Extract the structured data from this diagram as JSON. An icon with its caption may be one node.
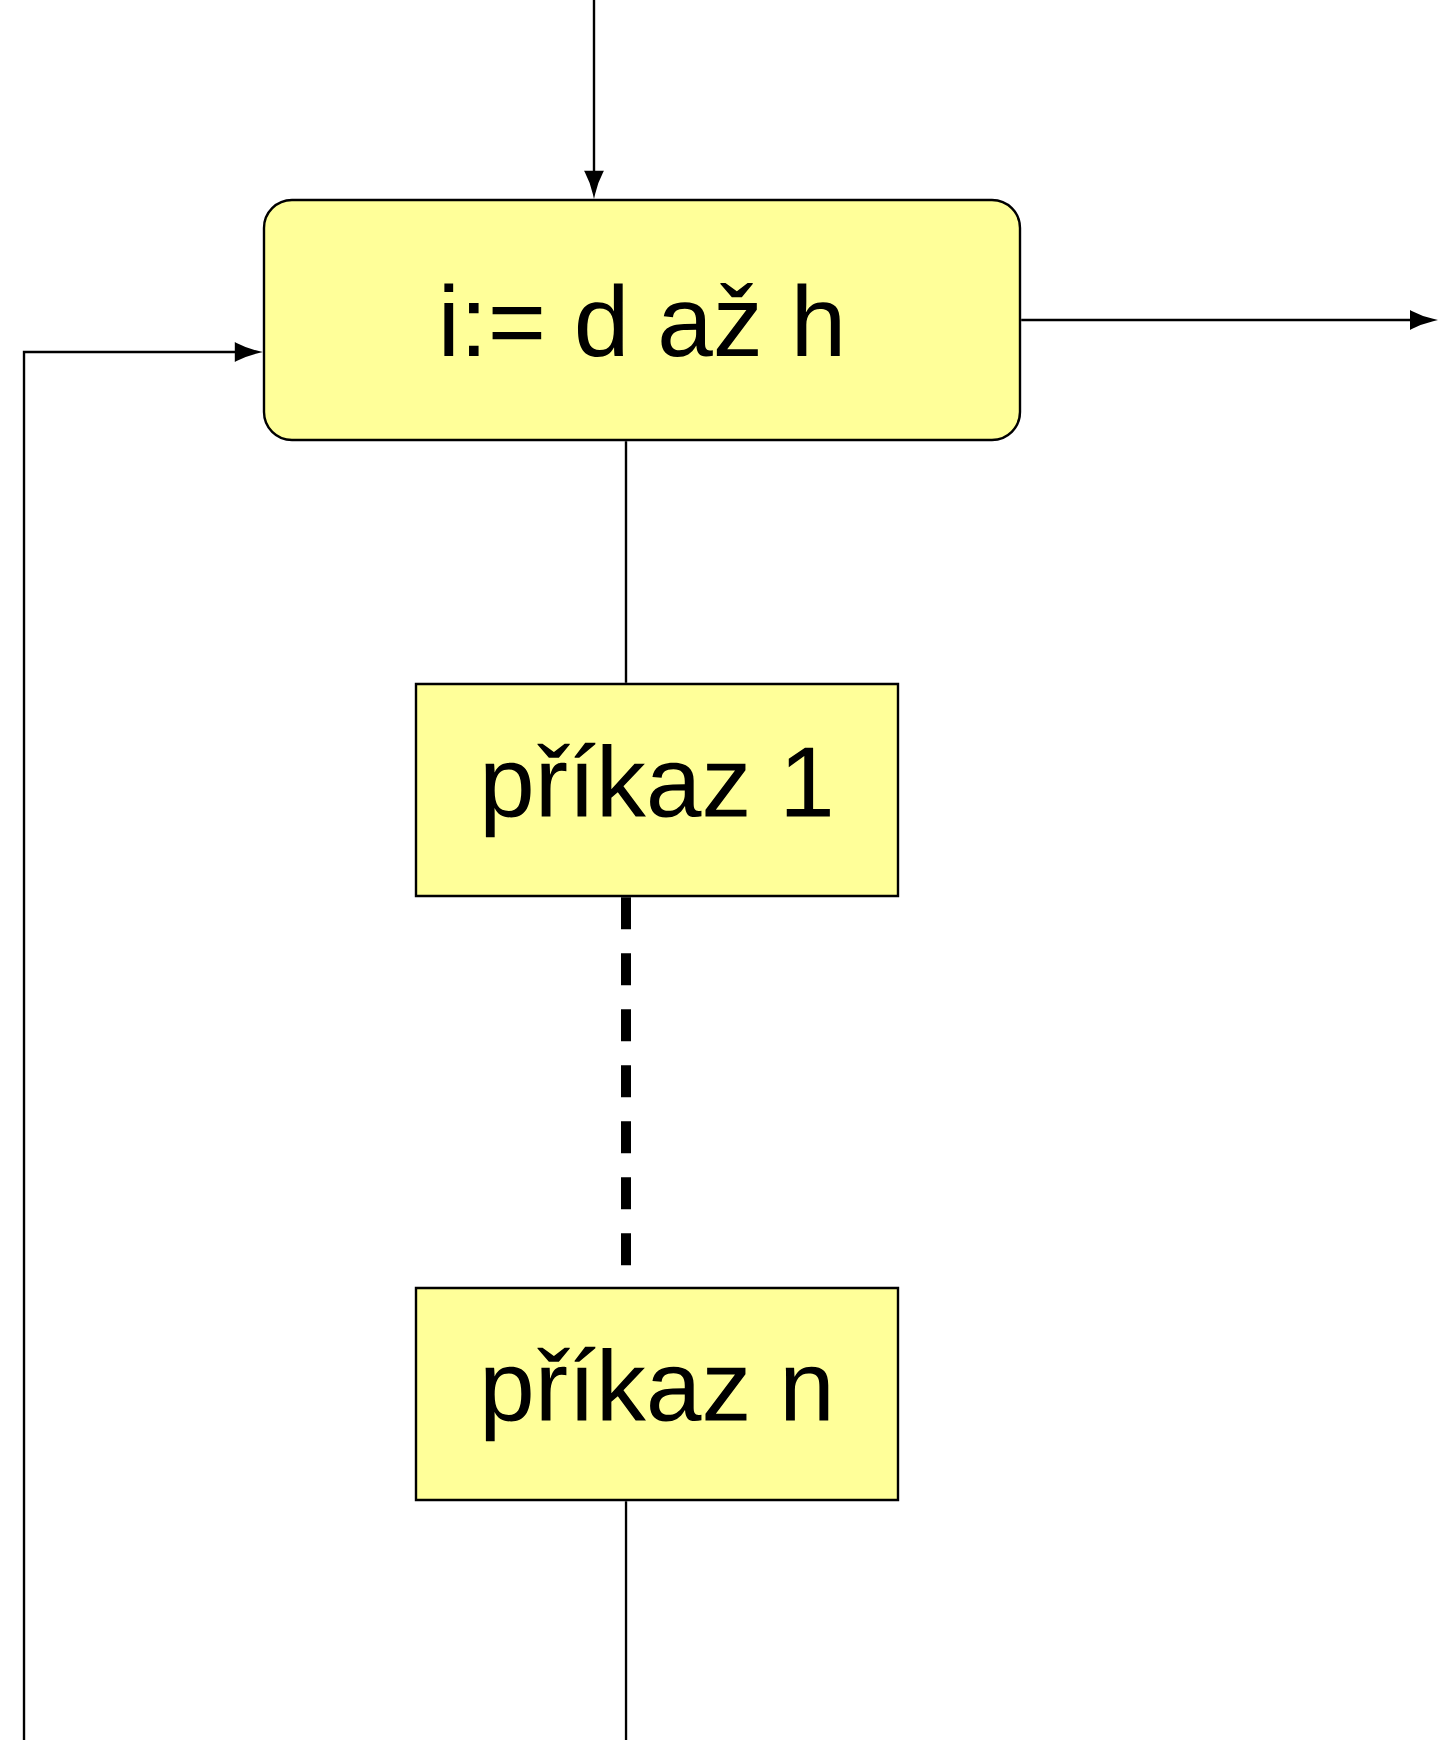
{
  "diagram": {
    "nodes": [
      {
        "text": [
          "i:= d až h"
        ]
      },
      {
        "text": [
          "příkaz 1"
        ]
      },
      {
        "text": [
          "příkaz n"
        ]
      }
    ],
    "edges": [
      {
        "from": null,
        "to": 0,
        "arrow": "to"
      },
      {
        "from": 0,
        "to": null,
        "arrow": "to"
      },
      {
        "from": 0,
        "to": 1,
        "arrow": "none"
      },
      {
        "from": 1,
        "to": 2,
        "arrow": "none",
        "style": "dashed"
      },
      {
        "from": 2,
        "to": null,
        "arrow": "none"
      },
      {
        "from": null,
        "to": 0,
        "arrow": "to"
      }
    ]
  }
}
